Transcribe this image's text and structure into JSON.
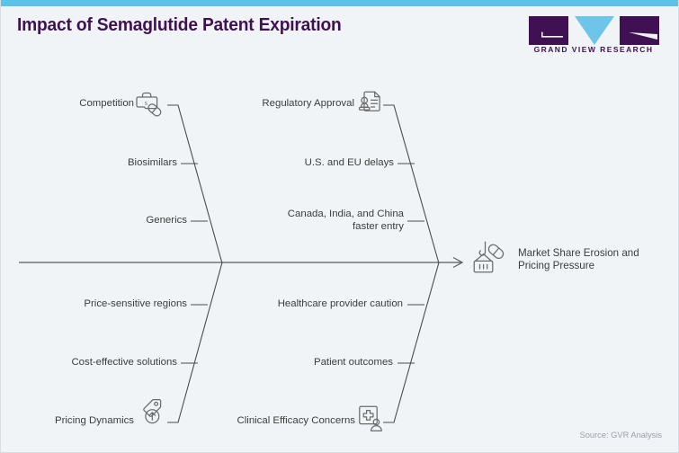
{
  "header": {
    "title": "Impact of Semaglutide Patent Expiration",
    "brand_name": "GRAND VIEW RESEARCH",
    "accent_color": "#5bc3e8",
    "title_color": "#3f1152",
    "logo_icon": "gvr-logo-icon"
  },
  "diagram": {
    "type": "fishbone",
    "effect": {
      "label": "Market Share Erosion and Pricing Pressure",
      "icon": "falling-basket-pill-icon"
    },
    "categories": [
      {
        "id": "competition",
        "label": "Competition",
        "icon": "medical-bag-pill-icon",
        "position": "upper-left",
        "causes": [
          "Biosimilars",
          "Generics"
        ]
      },
      {
        "id": "regulatory-approval",
        "label": "Regulatory Approval",
        "icon": "document-stamp-icon",
        "position": "upper-right",
        "causes": [
          "U.S. and EU delays",
          "Canada, India, and China\nfaster entry"
        ]
      },
      {
        "id": "pricing-dynamics",
        "label": "Pricing Dynamics",
        "icon": "price-tag-up-arrow-icon",
        "position": "lower-left",
        "causes": [
          "Price-sensitive regions",
          "Cost-effective solutions"
        ]
      },
      {
        "id": "clinical-efficacy-concerns",
        "label": "Clinical Efficacy Concerns",
        "icon": "medical-record-person-icon",
        "position": "lower-right",
        "causes": [
          "Healthcare provider caution",
          "Patient outcomes"
        ]
      }
    ]
  },
  "footer": {
    "source": "Source: GVR Analysis"
  }
}
